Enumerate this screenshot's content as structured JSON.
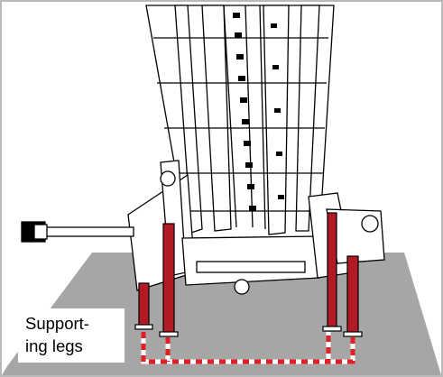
{
  "callout": {
    "lines": [
      "Support-",
      "ing legs"
    ]
  },
  "highlight": {
    "target": "supporting-legs",
    "dash_colors": [
      "#e31e24",
      "#ffffff"
    ]
  },
  "colors": {
    "frame_border": "#b9b9b9",
    "ground": "#a6a6a6",
    "leg_fill": "#b31b24",
    "machine_line": "#000000",
    "machine_fill": "#ffffff"
  }
}
